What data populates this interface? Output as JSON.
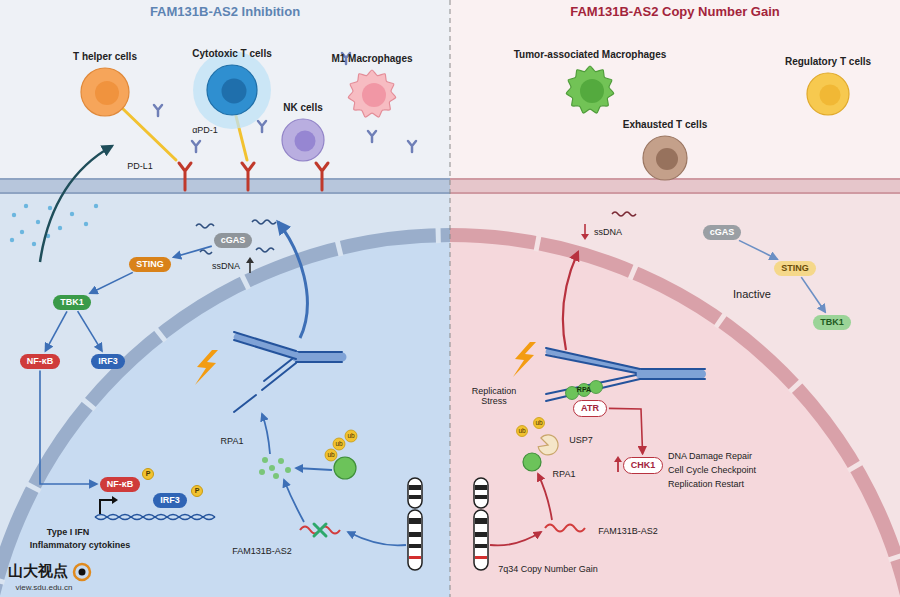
{
  "diagram": {
    "nodes": [
      {
        "text": [
          "FAM131B-AS2 Inhibition"
        ]
      },
      {
        "text": [
          "FAM131B-AS2 Copy Number Gain"
        ]
      },
      {
        "text": [
          "T helper cells"
        ],
        "in": 0
      },
      {
        "text": [
          "Cytotoxic T cells"
        ],
        "in": 0
      },
      {
        "text": [
          "M1 Macrophages"
        ],
        "in": 0
      },
      {
        "text": [
          "NK cells"
        ],
        "in": 0
      },
      {
        "text": [
          "cGAS"
        ],
        "in": 0
      },
      {
        "text": [
          "STING"
        ],
        "in": 0
      },
      {
        "text": [
          "TBK1"
        ],
        "in": 0
      },
      {
        "text": [
          "IRF3"
        ],
        "in": 0
      },
      {
        "text": [
          "NF-κB"
        ],
        "in": 0
      },
      {
        "text": [
          "IRF3"
        ],
        "in": 0
      },
      {
        "text": [
          "NF-κB"
        ],
        "in": 0
      },
      {
        "text": [
          "Tumor-associated Macrophages"
        ],
        "in": 1
      },
      {
        "text": [
          "Regulatory T cells"
        ],
        "in": 1
      },
      {
        "text": [
          "Exhausted T cells"
        ],
        "in": 1
      },
      {
        "text": [
          "cGAS"
        ],
        "in": 1
      },
      {
        "text": [
          "STING"
        ],
        "in": 1
      },
      {
        "text": [
          "TBK1"
        ],
        "in": 1
      },
      {
        "text": [
          "ATR"
        ],
        "in": 1
      },
      {
        "text": [
          "CHK1"
        ],
        "in": 1
      }
    ],
    "edges": [
      {
        "from": 6,
        "to": 7,
        "arrow": "to"
      },
      {
        "from": 7,
        "to": 8,
        "arrow": "to"
      },
      {
        "from": 8,
        "to": 9,
        "arrow": "to"
      },
      {
        "from": 8,
        "to": 10,
        "arrow": "to"
      },
      {
        "from": 10,
        "to": 12,
        "arrow": "to"
      },
      {
        "from": 16,
        "to": 17,
        "arrow": "to"
      },
      {
        "from": 17,
        "to": 18,
        "arrow": "to"
      },
      {
        "from": 19,
        "to": 20,
        "arrow": "to"
      }
    ],
    "labels": [
      "αPD-1",
      "PD-L1",
      "ssDNA",
      "Type I IFN",
      "Inflammatory cytokines",
      "RPA1",
      "FAM131B-AS2",
      "ub",
      "ub",
      "ub",
      "ssDNA",
      "Inactive",
      "Replication Stress",
      "RPA",
      "USP7",
      "RPA1",
      "ub",
      "ub",
      "DNA Damage Repair",
      "Cell Cycle Checkpoint",
      "Replication Restart",
      "FAM131B-AS2",
      "7q34 Copy Number Gain",
      "P",
      "P",
      "山大视点",
      "view.sdu.edu.cn"
    ]
  }
}
